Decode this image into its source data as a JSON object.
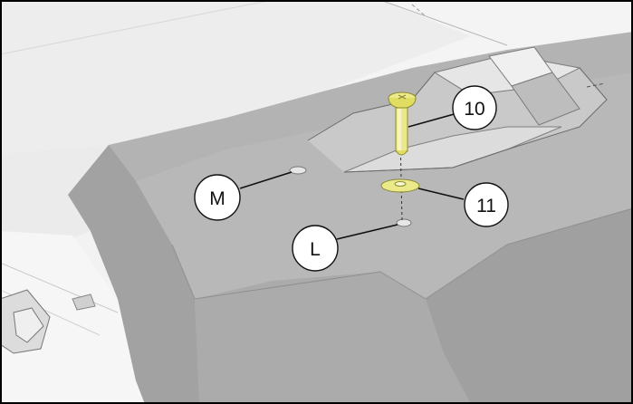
{
  "callouts": {
    "part_10": {
      "label": "10"
    },
    "part_11": {
      "label": "11"
    },
    "hole_m": {
      "label": "M"
    },
    "hole_l": {
      "label": "L"
    }
  },
  "colors": {
    "body_shade": "#a9a9a9",
    "body_light": "#c4c4c4",
    "background": "#f1f1f1",
    "hardware": "#f2ef8a",
    "hardware_dark": "#c9c43e",
    "frame": "#000000"
  }
}
